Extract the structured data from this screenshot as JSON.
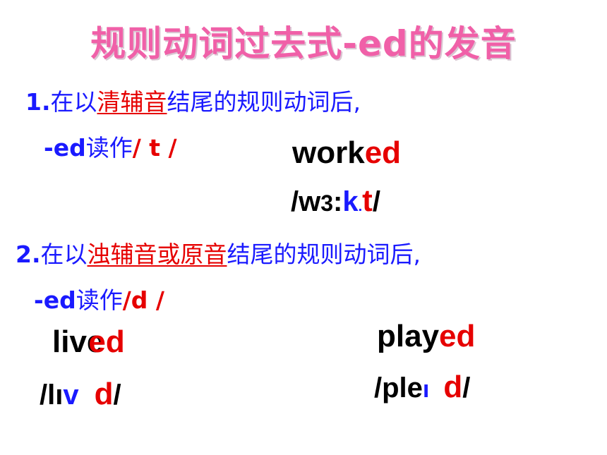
{
  "title": "规则动词过去式-ed的发音",
  "rule1": {
    "number": "1.",
    "prefix": "在以",
    "highlight": "清辅音",
    "suffix": "结尾的规则动词后,",
    "read_as_prefix": "-ed",
    "read_as_label": "读作",
    "sound": "/ t /"
  },
  "example1": {
    "stem": "work",
    "ending": "ed",
    "phonetic_start": "/w",
    "phonetic_vowel": "3",
    "phonetic_colon": ":",
    "phonetic_k": "k",
    "phonetic_dot": ".",
    "phonetic_end_sound": "t",
    "phonetic_close": "/"
  },
  "rule2": {
    "number": "2.",
    "prefix": "在以",
    "highlight": "浊辅音或原音",
    "suffix": "结尾的规则动词后,",
    "read_as_prefix": "-ed",
    "read_as_label": "读作",
    "sound": "/d /"
  },
  "example2": {
    "stem": "live",
    "ending": "ed",
    "phonetic_start": "/lı",
    "phonetic_v": "v",
    "phonetic_end_sound": "d",
    "phonetic_close": "/"
  },
  "example3": {
    "stem": "play",
    "ending": "ed",
    "phonetic_start": "/ple",
    "phonetic_i": "ı",
    "phonetic_end_sound": "d",
    "phonetic_close": "/"
  }
}
